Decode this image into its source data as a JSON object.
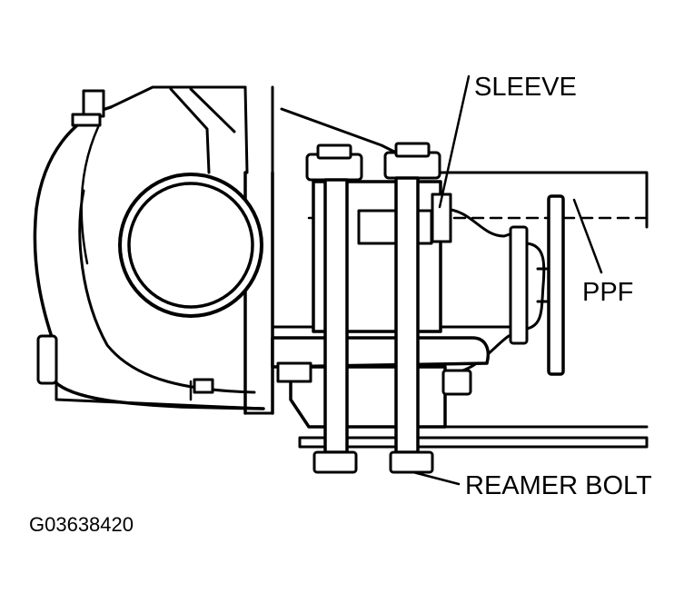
{
  "labels": {
    "sleeve": "SLEEVE",
    "ppf": "PPF",
    "reamer_bolt": "REAMER BOLT"
  },
  "figure_id": "G03638420",
  "colors": {
    "line": "#000000",
    "background": "#ffffff"
  }
}
